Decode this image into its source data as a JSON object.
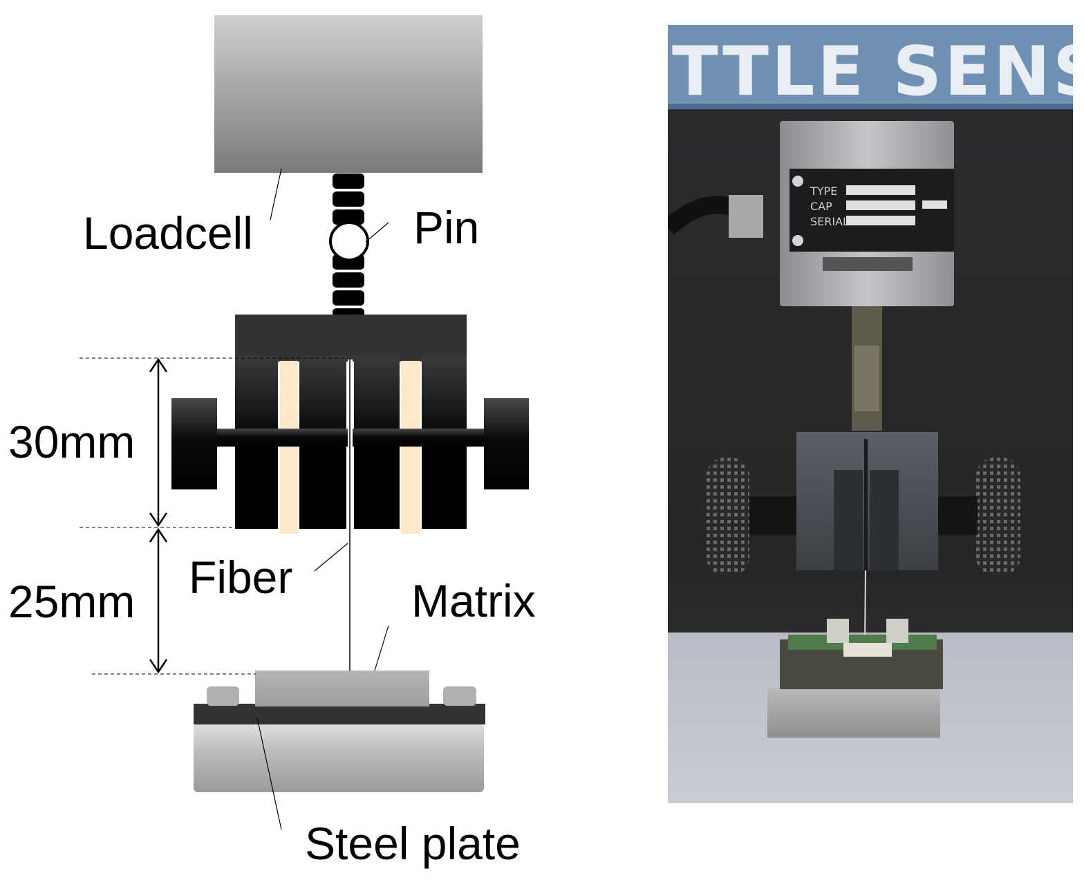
{
  "diagram": {
    "labels": {
      "loadcell": "Loadcell",
      "pin": "Pin",
      "fiber": "Fiber",
      "matrix": "Matrix",
      "steel_plate": "Steel plate",
      "dim_upper": "30mm",
      "dim_lower": "25mm"
    }
  },
  "photo": {
    "sign_text": "TTLE SENS",
    "plate_rows": [
      "TYPE",
      "CAP",
      "SERIAL"
    ]
  },
  "colors": {
    "loadcell_top": "#cfcfcf",
    "loadcell_bottom": "#7a7a7a",
    "tab_cream": "#fde9c8",
    "sign_blue": "#6f8fb4",
    "photo_bg": "#2a2a2c"
  }
}
